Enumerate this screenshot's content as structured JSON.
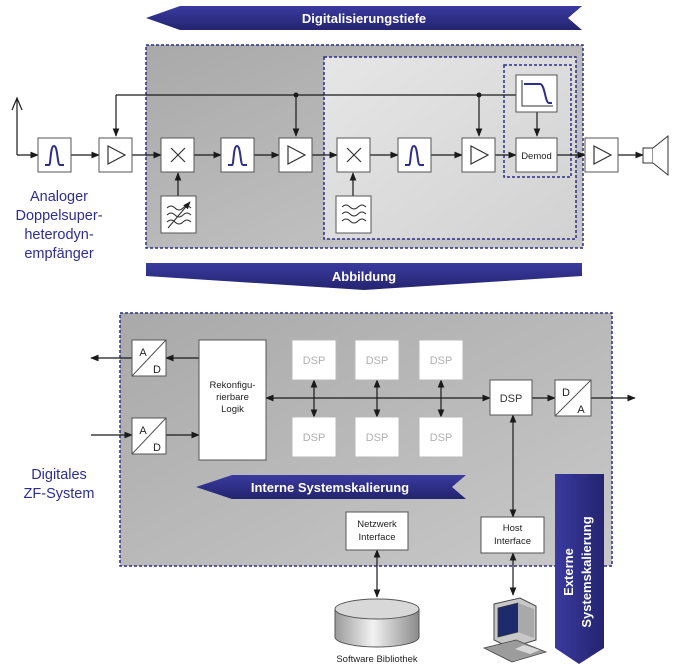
{
  "banners": {
    "top": "Digitalisierungstiefe",
    "middle": "Abbildung",
    "internal": "Interne Systemskalierung",
    "external_line1": "Externe",
    "external_line2": "Systemskalierung"
  },
  "analog_label": [
    "Analoger",
    "Doppelsuper-",
    "heterodyn-",
    "empfänger"
  ],
  "digital_label": [
    "Digitales",
    "ZF-System"
  ],
  "analog_blocks": {
    "demod": "Demod"
  },
  "digital_blocks": {
    "adc_a": "A",
    "adc_d": "D",
    "dac_d": "D",
    "dac_a": "A",
    "logic": [
      "Rekonfigu-",
      "rierbare",
      "Logik"
    ],
    "dsp": "DSP",
    "network": [
      "Netzwerk",
      "Interface"
    ],
    "host": [
      "Host",
      "Interface"
    ]
  },
  "software_library": "Software Bibliothek",
  "colors": {
    "banner": "#2d2d8a",
    "label_text": "#2e2e8f",
    "panel_dark": "#b6b6b6",
    "panel_light": "#d9d9d9",
    "dotted_border": "#2d2d8a"
  },
  "icons": [
    "antenna-icon",
    "bandpass-filter-icon",
    "amplifier-icon",
    "mixer-icon",
    "oscillator-icon",
    "lowpass-filter-icon",
    "speaker-icon",
    "database-icon",
    "computer-icon"
  ]
}
